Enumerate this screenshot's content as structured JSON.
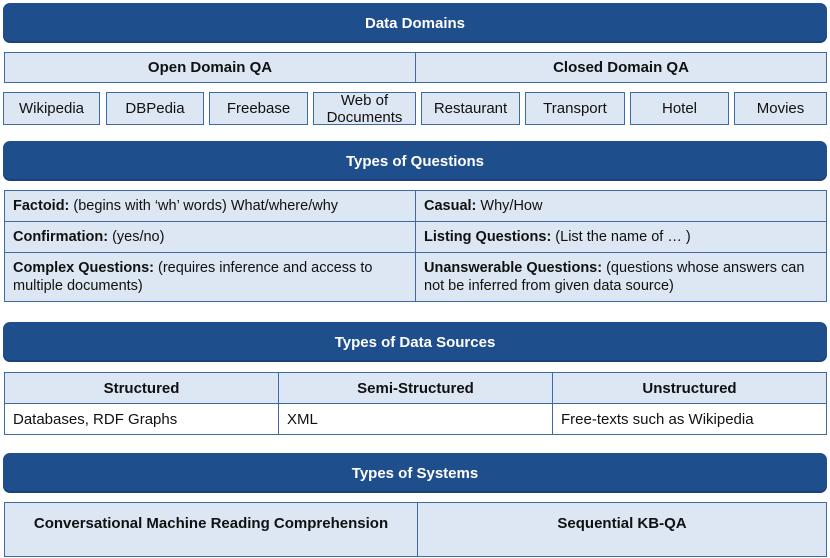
{
  "data_domains": {
    "title": "Data Domains",
    "open": {
      "label": "Open Domain QA",
      "items": [
        "Wikipedia",
        "DBPedia",
        "Freebase",
        "Web of Documents"
      ]
    },
    "closed": {
      "label": "Closed Domain QA",
      "items": [
        "Restaurant",
        "Transport",
        "Hotel",
        "Movies"
      ]
    }
  },
  "question_types": {
    "title": "Types of Questions",
    "rows": [
      {
        "left": {
          "term": "Factoid:",
          "desc": " (begins with ‘wh’ words) What/where/why"
        },
        "right": {
          "term": "Casual:",
          "desc": " Why/How"
        }
      },
      {
        "left": {
          "term": "Confirmation:",
          "desc": " (yes/no)"
        },
        "right": {
          "term": "Listing Questions:",
          "desc": " (List the name of … )"
        }
      },
      {
        "left": {
          "term": "Complex Questions:",
          "desc": " (requires inference and access to multiple documents)"
        },
        "right": {
          "term": "Unanswerable Questions:",
          "desc": " (questions whose answers can not be inferred from given data source)"
        }
      }
    ]
  },
  "data_sources": {
    "title": "Types of Data Sources",
    "columns": [
      {
        "header": "Structured",
        "example": "Databases, RDF Graphs"
      },
      {
        "header": "Semi-Structured",
        "example": "XML"
      },
      {
        "header": "Unstructured",
        "example": "Free-texts such as Wikipedia"
      }
    ]
  },
  "systems": {
    "title": "Types of Systems",
    "items": [
      "Conversational Machine Reading Comprehension",
      "Sequential KB-QA"
    ]
  },
  "colors": {
    "banner": "#1f4e8c",
    "light_fill": "#dde6f3",
    "border": "#3e6aa3"
  }
}
